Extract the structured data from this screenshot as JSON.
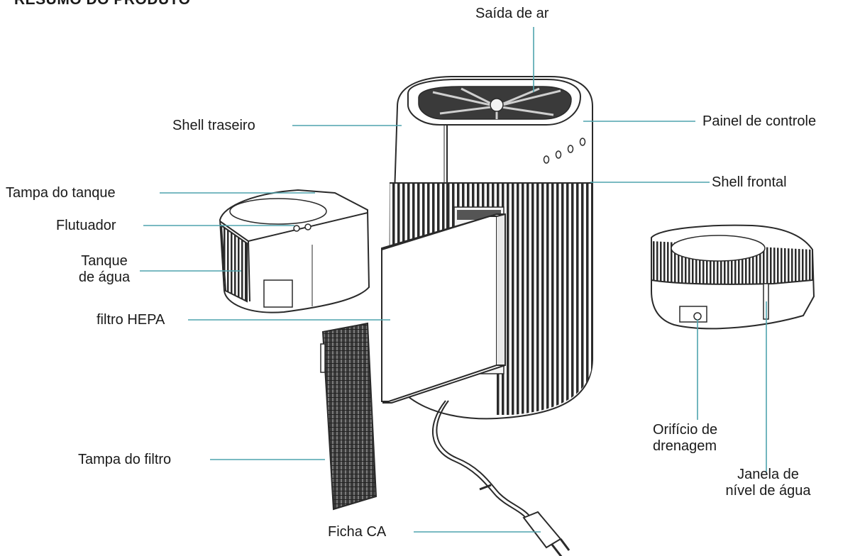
{
  "title": "RESUMO DO PRODUTO",
  "labels": {
    "air_outlet": "Saída de ar",
    "rear_shell": "Shell traseiro",
    "control_panel": "Painel de controle",
    "tank_lid": "Tampa do tanque",
    "front_shell": "Shell frontal",
    "float": "Flutuador",
    "water_tank_line1": "Tanque",
    "water_tank_line2": "de água",
    "hepa_filter": "filtro HEPA",
    "drain_hole_line1": "Orifício de",
    "drain_hole_line2": "drenagem",
    "filter_cover": "Tampa do filtro",
    "level_window_line1": "Janela de",
    "level_window_line2": "nível de água",
    "ac_plug": "Ficha CA"
  },
  "colors": {
    "leader_line": "#4fa3ad",
    "outline": "#2a2a2a",
    "text": "#1a1a1a"
  }
}
